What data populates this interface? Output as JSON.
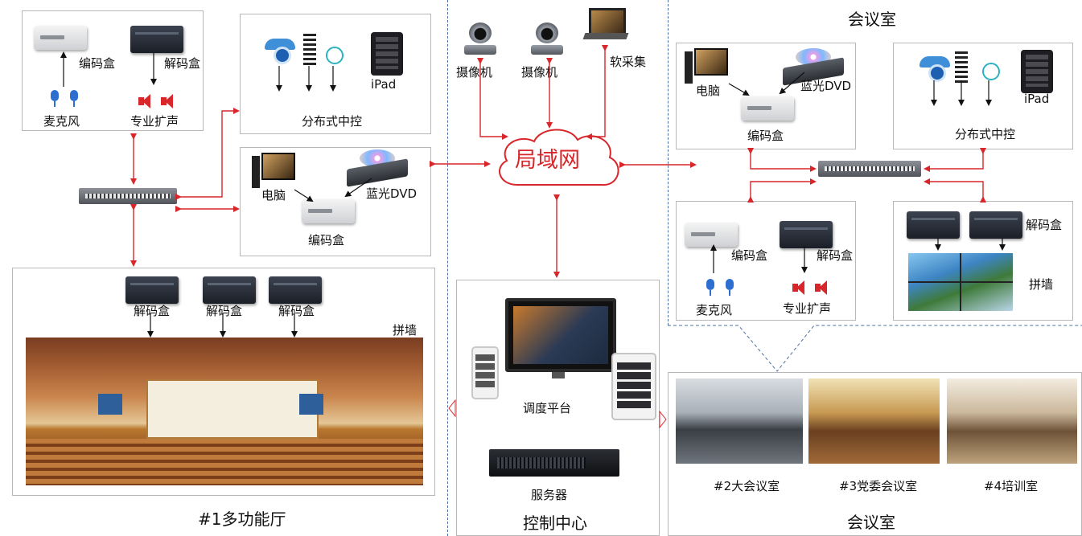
{
  "left": {
    "top_box": {
      "encoder_label": "编码盒",
      "decoder_label": "解码盒",
      "mic_label": "麦克风",
      "speaker_label": "专业扩声"
    },
    "control_box": {
      "ipad_label": "iPad",
      "title": "分布式中控"
    },
    "source_box": {
      "pc_label": "电脑",
      "dvd_label": "蓝光DVD",
      "encoder_label": "编码盒"
    },
    "hall": {
      "decoder_labels": [
        "解码盒",
        "解码盒",
        "解码盒"
      ],
      "wall_label": "拼墙",
      "title": "#1多功能厅"
    }
  },
  "center": {
    "camera_labels": [
      "摄像机",
      "摄像机"
    ],
    "soft_capture_label": "软采集",
    "lan_label": "局域网",
    "control_center": {
      "dispatch_label": "调度平台",
      "server_label": "服务器",
      "title": "控制中心"
    }
  },
  "right": {
    "title_top": "会议室",
    "source_box": {
      "pc_label": "电脑",
      "dvd_label": "蓝光DVD",
      "encoder_label": "编码盒"
    },
    "control_box": {
      "ipad_label": "iPad",
      "title": "分布式中控"
    },
    "av_box": {
      "encoder_label": "编码盒",
      "decoder_label": "解码盒",
      "mic_label": "麦克风",
      "speaker_label": "专业扩声"
    },
    "wall_box": {
      "decoder_label": "解码盒",
      "wall_label": "拼墙"
    },
    "rooms": [
      "#2大会议室",
      "#3党委会议室",
      "#4培训室"
    ],
    "title_bottom": "会议室"
  },
  "colors": {
    "link_red": "#d8262a",
    "dash_blue": "#4d6fa3",
    "box_border": "#b8b8b8"
  }
}
